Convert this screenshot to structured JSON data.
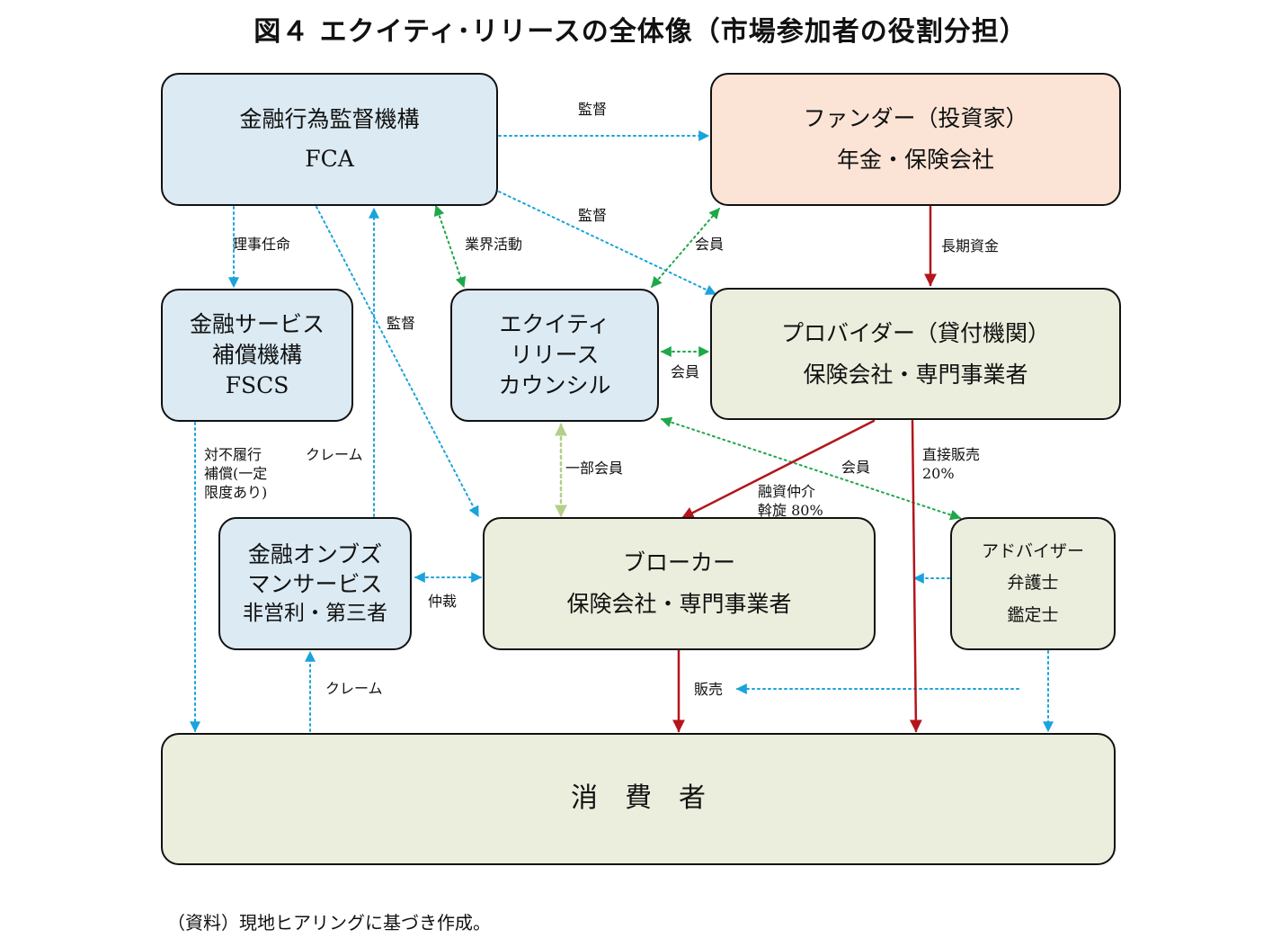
{
  "title": "図４ エクイティ･リリースの全体像（市場参加者の役割分担）",
  "boxes": {
    "fca": {
      "line1": "金融行為監督機構",
      "line2": "FCA"
    },
    "funder": {
      "line1": "ファンダー（投資家）",
      "line2": "年金・保険会社"
    },
    "fscs": {
      "line1": "金融サービス",
      "line2": "補償機構",
      "line3": "FSCS"
    },
    "erc": {
      "line1": "エクイティ",
      "line2": "リリース",
      "line3": "カウンシル"
    },
    "provider": {
      "line1": "プロバイダー（貸付機関）",
      "line2": "保険会社・専門事業者"
    },
    "fos": {
      "line1": "金融オンブズ",
      "line2": "マンサービス",
      "line3": "非営利・第三者"
    },
    "broker": {
      "line1": "ブローカー",
      "line2": "保険会社・専門事業者"
    },
    "adviser": {
      "line1": "アドバイザー",
      "line2": "弁護士",
      "line3": "鑑定士"
    },
    "consumer": {
      "line1": "消　費　者"
    }
  },
  "labels": {
    "supervise1": "監督",
    "supervise2": "監督",
    "supervise3": "監督",
    "appoint": "理事任命",
    "industry": "業界活動",
    "member_funder": "会員",
    "member_provider": "会員",
    "member_adviser": "会員",
    "long_term": "長期資金",
    "compensation1": "対不履行",
    "compensation2": "補償(一定",
    "compensation3": "限度あり)",
    "claim_top": "クレーム",
    "partial_member": "一部会員",
    "brokerage1": "融資仲介",
    "brokerage2": "斡旋 80%",
    "direct_sales1": "直接販売",
    "direct_sales2": "20%",
    "mediation": "仲裁",
    "claim_bottom": "クレーム",
    "sales": "販売"
  },
  "colors": {
    "dotted_blue": "#1aa3dc",
    "dotted_green": "#1fa84a",
    "dotted_lightgreen": "#b5cf8a",
    "solid_red": "#b3151c"
  },
  "source": "（資料）現地ヒアリングに基づき作成。"
}
